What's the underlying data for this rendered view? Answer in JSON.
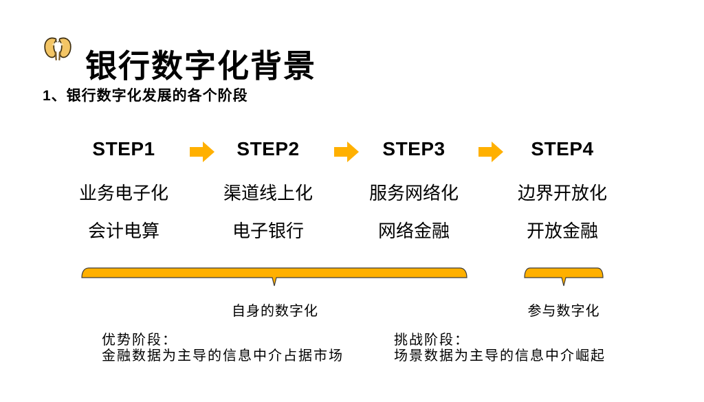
{
  "slide": {
    "header": {
      "icon": "kidneys",
      "title": "银行数字化背景"
    },
    "subtitle": "1、银行数字化发展的各个阶段",
    "steps": [
      {
        "label": "STEP1",
        "line1": "业务电子化",
        "line2": "会计电算"
      },
      {
        "label": "STEP2",
        "line1": "渠道线上化",
        "line2": "电子银行"
      },
      {
        "label": "STEP3",
        "line1": "服务网络化",
        "line2": "网络金融"
      },
      {
        "label": "STEP4",
        "line1": "边界开放化",
        "line2": "开放金融"
      }
    ],
    "braces": [
      {
        "label": "自身的数字化"
      },
      {
        "label": "参与数字化"
      }
    ],
    "notes": [
      {
        "heading": "优势阶段：",
        "body": "金融数据为主导的信息中介占据市场"
      },
      {
        "heading": "挑战阶段：",
        "body": "场景数据为主导的信息中介崛起"
      }
    ],
    "colors": {
      "accent": "#FFB000",
      "outline": "#3C3C3C",
      "text": "#000000",
      "background": "#FFFFFF"
    }
  }
}
